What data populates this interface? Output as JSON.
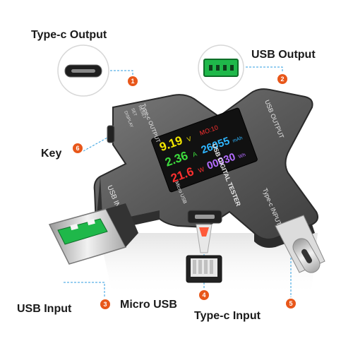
{
  "callouts": {
    "typec_output": "Type-c Output",
    "usb_output": "USB Output",
    "key": "Key",
    "usb_input": "USB Input",
    "micro_usb": "Micro USB",
    "typec_input": "Type-c Input"
  },
  "badges": [
    "1",
    "2",
    "3",
    "4",
    "5",
    "6"
  ],
  "device": {
    "title": "USB DIGITAL TESTER",
    "port_usb_output": "USB OUTPUT",
    "port_typec_output": "Type-c OUTPUT",
    "port_usb_input": "USB INPUT",
    "port_typec_input": "Type-c INPUT",
    "port_micro_usb": "Micro USB",
    "side_labels": [
      "DISPLAY",
      "SET",
      "RESET"
    ]
  },
  "display": {
    "voltage": "9.19",
    "voltage_unit": "V",
    "current": "2.36",
    "current_unit": "A",
    "power": "21.6",
    "power_unit": "W",
    "mode": "MO:10",
    "capacity": "26055",
    "capacity_unit": "mAh",
    "energy": "00030",
    "energy_unit": "Wh"
  },
  "colors": {
    "accent": "#e8571a",
    "leader": "#2f9ee0",
    "body": "#5c5c5c",
    "voltage": "#f2e600",
    "current": "#3ddc3d",
    "power": "#ff3030",
    "capacity": "#2fb6ff",
    "energy": "#b36cff",
    "usb_green": "#1fb84a"
  }
}
